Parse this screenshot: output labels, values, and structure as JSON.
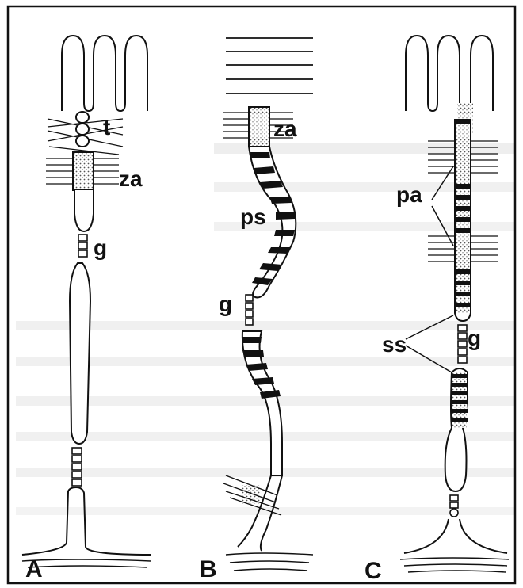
{
  "figure": {
    "panels": [
      {
        "id": "A",
        "label": "A",
        "tags": [
          "t",
          "za",
          "g"
        ]
      },
      {
        "id": "B",
        "label": "B",
        "tags": [
          "za",
          "ps",
          "g"
        ]
      },
      {
        "id": "C",
        "label": "C",
        "tags": [
          "pa",
          "ss",
          "g"
        ]
      }
    ]
  },
  "colors": {
    "ink": "#111111",
    "paper": "#ffffff",
    "scan_tint": "#eeeeee",
    "stipple": "#777777"
  }
}
